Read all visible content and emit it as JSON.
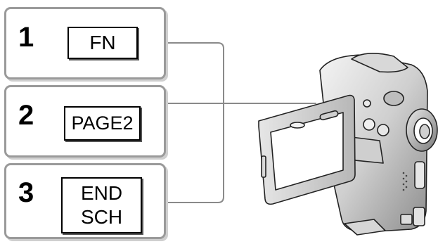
{
  "steps": [
    {
      "number": "1",
      "button": [
        "FN"
      ]
    },
    {
      "number": "2",
      "button": [
        "PAGE2"
      ]
    },
    {
      "number": "3",
      "button": [
        "END",
        "SCH"
      ]
    }
  ]
}
